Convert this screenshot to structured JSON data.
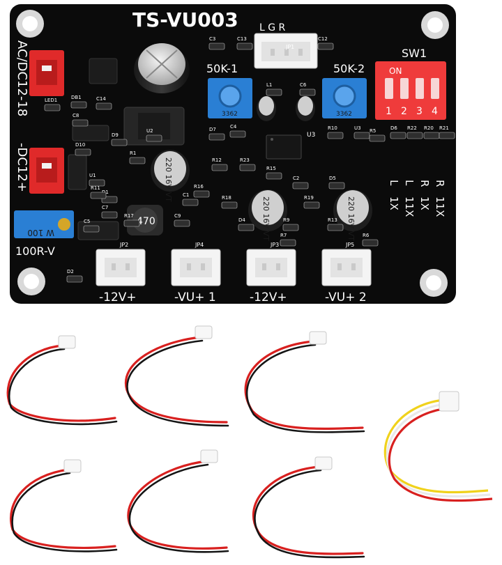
{
  "board": {
    "title": "TS-VU003",
    "lgr": "L G R",
    "input_label": "AC/DC12-18",
    "dc_label": "-DC12+",
    "pot_left": "50K-1",
    "pot_right": "50K-2",
    "switch_label": "SW1",
    "switch_on": "ON",
    "switch_numbers": [
      "1",
      "2",
      "3",
      "4"
    ],
    "trim_label": "100R-V",
    "trim_code": "W 100",
    "pot_code": "3362",
    "gain_columns": [
      [
        "L",
        "1X"
      ],
      [
        "L",
        "11X"
      ],
      [
        "R",
        "1X"
      ],
      [
        "R",
        "11X"
      ]
    ],
    "cap_big": "220 16V VT",
    "chip": "U3",
    "inductor": "470",
    "connectors": [
      {
        "id": "JP2",
        "label": "-12V+"
      },
      {
        "id": "JP4",
        "label": "-VU+ 1"
      },
      {
        "id": "JP3",
        "label": "-12V+"
      },
      {
        "id": "JP5",
        "label": "-VU+ 2"
      }
    ],
    "header_id": "JP1",
    "designators": [
      "C3",
      "C13",
      "C12",
      "LED1",
      "DB1",
      "C14",
      "C8",
      "D10",
      "D9",
      "U1",
      "U2",
      "C1",
      "R16",
      "R17",
      "L1",
      "C6",
      "C4",
      "D7",
      "R12",
      "R23",
      "R15",
      "R10",
      "U3",
      "R5",
      "D6",
      "R22",
      "R20",
      "R21",
      "R18",
      "R19",
      "D5",
      "D4",
      "R9",
      "R13",
      "R7",
      "R6",
      "C7",
      "C5",
      "D2",
      "D1",
      "R1",
      "R11",
      "C9",
      "C2"
    ]
  },
  "cables": {
    "two_wire_count": 6,
    "three_wire_count": 1
  },
  "colors": {
    "pcb": "#0b0b0b",
    "silk": "#ffffff",
    "terminal_red": "#e02a2a",
    "pot_blue": "#2a7fd4",
    "switch_red": "#ef3b3b",
    "wire_red": "#d8201f",
    "wire_black": "#151515",
    "wire_yellow": "#f0d21c",
    "wire_white": "#e9e9e9"
  }
}
